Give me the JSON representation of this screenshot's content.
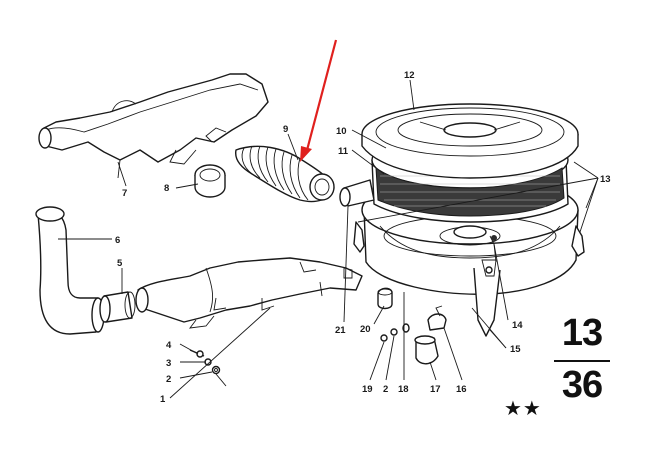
{
  "diagram": {
    "number_top": "13",
    "number_bottom": "36",
    "stars": "★★",
    "labels": [
      {
        "id": "1",
        "text": "1"
      },
      {
        "id": "2a",
        "text": "2"
      },
      {
        "id": "2b",
        "text": "2"
      },
      {
        "id": "3",
        "text": "3"
      },
      {
        "id": "4",
        "text": "4"
      },
      {
        "id": "5",
        "text": "5"
      },
      {
        "id": "6",
        "text": "6"
      },
      {
        "id": "7",
        "text": "7"
      },
      {
        "id": "8",
        "text": "8"
      },
      {
        "id": "9",
        "text": "9"
      },
      {
        "id": "10",
        "text": "10"
      },
      {
        "id": "11",
        "text": "11"
      },
      {
        "id": "12",
        "text": "12"
      },
      {
        "id": "13",
        "text": "13"
      },
      {
        "id": "14",
        "text": "14"
      },
      {
        "id": "15",
        "text": "15"
      },
      {
        "id": "16",
        "text": "16"
      },
      {
        "id": "17",
        "text": "17"
      },
      {
        "id": "18",
        "text": "18"
      },
      {
        "id": "19",
        "text": "19"
      },
      {
        "id": "20",
        "text": "20"
      },
      {
        "id": "21",
        "text": "21"
      }
    ]
  },
  "colors": {
    "ink": "#1a1a1a",
    "highlight_arrow": "#e0201e",
    "background": "#ffffff"
  }
}
